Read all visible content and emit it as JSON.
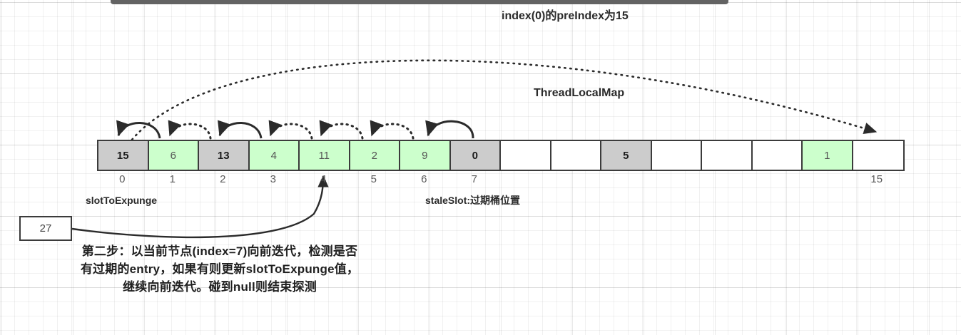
{
  "diagram": {
    "title_preindex": "index(0)的preIndex为15",
    "title_map": "ThreadLocalMap",
    "label_slot_to_expunge": "slotToExpunge",
    "label_stale_slot": "staleSlot:过期桶位置",
    "note_box_value": "27",
    "description": "第二步：以当前节点(index=7)向前迭代，检测是否有过期的entry，如果有则更新slotToExpunge值，继续向前迭代。碰到null则结束探测",
    "colors": {
      "stale_fill": "#cccccc",
      "live_fill": "#ccffcc",
      "empty_fill": "#ffffff",
      "border": "#3b3b3b",
      "topbar": "#636363",
      "text": "#2b2b2b"
    },
    "array": {
      "cells": [
        {
          "index": "0",
          "value": "15",
          "state": "gray"
        },
        {
          "index": "1",
          "value": "6",
          "state": "green"
        },
        {
          "index": "2",
          "value": "13",
          "state": "gray"
        },
        {
          "index": "3",
          "value": "4",
          "state": "green"
        },
        {
          "index": "4",
          "value": "11",
          "state": "green"
        },
        {
          "index": "5",
          "value": "2",
          "state": "green"
        },
        {
          "index": "6",
          "value": "9",
          "state": "green"
        },
        {
          "index": "7",
          "value": "0",
          "state": "gray"
        },
        {
          "index": "",
          "value": "",
          "state": "empty"
        },
        {
          "index": "",
          "value": "",
          "state": "empty"
        },
        {
          "index": "",
          "value": "5",
          "state": "gray"
        },
        {
          "index": "",
          "value": "",
          "state": "empty"
        },
        {
          "index": "",
          "value": "",
          "state": "empty"
        },
        {
          "index": "",
          "value": "",
          "state": "empty"
        },
        {
          "index": "",
          "value": "1",
          "state": "green"
        },
        {
          "index": "15",
          "value": "",
          "state": "empty"
        }
      ]
    }
  }
}
